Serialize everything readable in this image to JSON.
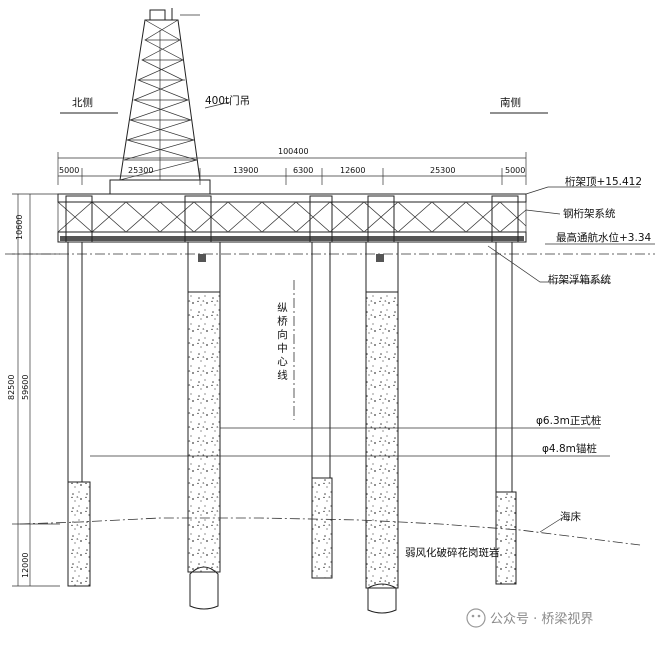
{
  "labels": {
    "north": "北侧",
    "south": "南侧",
    "crane": "400t门吊",
    "truss_top": "桁架顶+15.412",
    "steel_truss": "钢桁架系统",
    "nav_level": "最高通航水位+3.34",
    "pontoon": "桁架浮箱系统",
    "centerline": "纵桥向中心线",
    "main_pile": "φ6.3m正式桩",
    "anchor_pile": "φ4.8m锚桩",
    "seabed": "海床",
    "rock": "弱风化破碎花岗斑岩"
  },
  "dimensions": {
    "total": "100400",
    "spans": [
      "5000",
      "25300",
      "13900",
      "6300",
      "12600",
      "25300",
      "5000"
    ],
    "vertical": [
      "10600",
      "82500",
      "59600",
      "12000"
    ]
  },
  "watermark": "公众号 · 桥梁视界"
}
